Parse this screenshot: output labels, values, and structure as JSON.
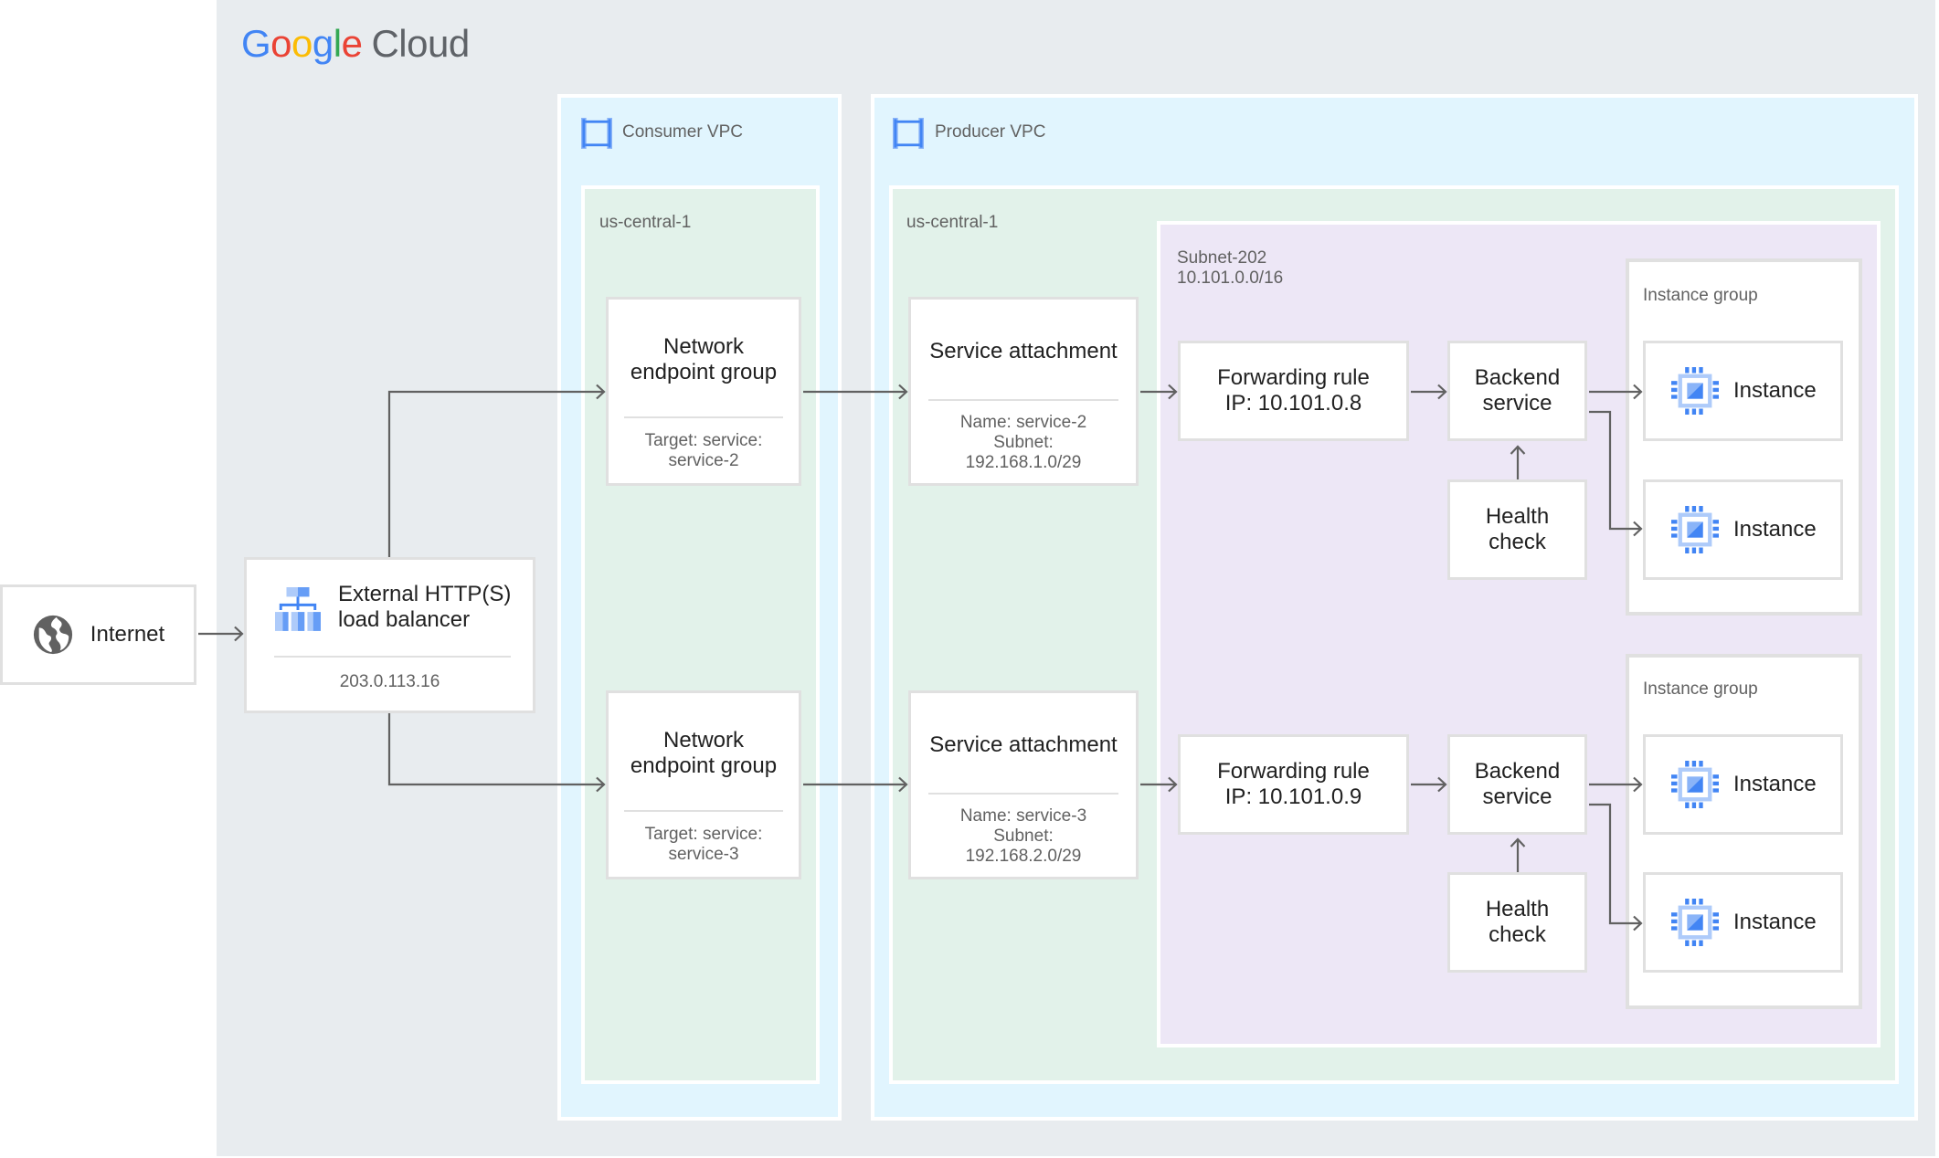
{
  "logo": {
    "brand": "Google",
    "product": "Cloud",
    "letter_colors": [
      "#4285f4",
      "#ea4335",
      "#fbbc05",
      "#4285f4",
      "#34a853",
      "#ea4335"
    ]
  },
  "colors": {
    "background": "#e8ecef",
    "vpc": "#e1f5fe",
    "region": "#e2f2ea",
    "subnet": "#ede7f6",
    "accent": "#4285f4",
    "arrow": "#616161"
  },
  "internet": {
    "label": "Internet",
    "icon": "globe-icon"
  },
  "load_balancer": {
    "title": "External HTTP(S) load balancer",
    "ip": "203.0.113.16",
    "icon": "load-balancer-icon"
  },
  "consumer_vpc": {
    "label": "Consumer VPC",
    "icon": "vpc-icon",
    "region": "us-central-1",
    "negs": [
      {
        "title": "Network endpoint group",
        "target": "Target: service: service-2"
      },
      {
        "title": "Network endpoint group",
        "target": "Target: service: service-3"
      }
    ]
  },
  "producer_vpc": {
    "label": "Producer VPC",
    "icon": "vpc-icon",
    "region": "us-central-1",
    "subnet": {
      "name": "Subnet-202",
      "cidr": "10.101.0.0/16"
    },
    "service_attachments": [
      {
        "title": "Service attachment",
        "name": "Name: service-2",
        "subnet_label": "Subnet:",
        "subnet": "192.168.1.0/29"
      },
      {
        "title": "Service attachment",
        "name": "Name: service-3",
        "subnet_label": "Subnet:",
        "subnet": "192.168.2.0/29"
      }
    ],
    "forwarding_rules": [
      {
        "title": "Forwarding rule",
        "ip": "IP: 10.101.0.8"
      },
      {
        "title": "Forwarding rule",
        "ip": "IP: 10.101.0.9"
      }
    ],
    "backend_service": {
      "line1": "Backend",
      "line2": "service"
    },
    "health_check": {
      "line1": "Health",
      "line2": "check"
    },
    "instance_group": {
      "label": "Instance group"
    },
    "instance": {
      "label": "Instance",
      "icon": "compute-chip-icon"
    }
  }
}
